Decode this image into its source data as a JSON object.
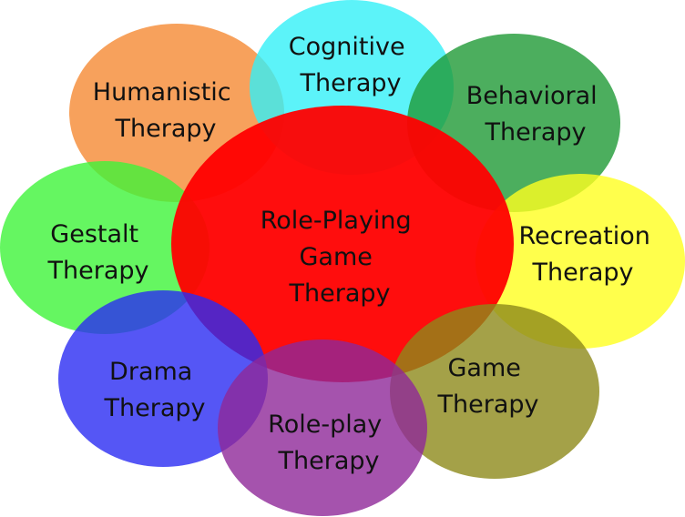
{
  "diagram": {
    "center": {
      "lines": [
        "Role-Playing",
        "Game",
        "Therapy"
      ],
      "color": "#ff0000"
    },
    "bubbles": [
      {
        "id": "humanistic",
        "lines": [
          "Humanistic",
          "Therapy"
        ],
        "color": "#f58a33"
      },
      {
        "id": "cognitive",
        "lines": [
          "Cognitive",
          "Therapy"
        ],
        "color": "#33f0f7"
      },
      {
        "id": "behavioral",
        "lines": [
          "Behavioral",
          "Therapy"
        ],
        "color": "#1f9a36"
      },
      {
        "id": "gestalt",
        "lines": [
          "Gestalt",
          "Therapy"
        ],
        "color": "#3ff43a"
      },
      {
        "id": "recreation",
        "lines": [
          "Recreation",
          "Therapy"
        ],
        "color": "#ffff1f"
      },
      {
        "id": "drama",
        "lines": [
          "Drama",
          "Therapy"
        ],
        "color": "#2a2cf2"
      },
      {
        "id": "game",
        "lines": [
          "Game",
          "Therapy"
        ],
        "color": "#8d8a1a"
      },
      {
        "id": "role-play",
        "lines": [
          "Role-play",
          "Therapy"
        ],
        "color": "#8e2898"
      }
    ]
  }
}
